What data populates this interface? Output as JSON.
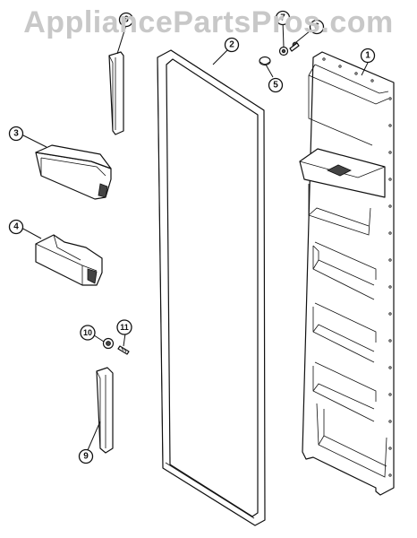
{
  "watermark": "AppliancePartsPros.com",
  "callouts": [
    {
      "id": "callout-1",
      "label": "1"
    },
    {
      "id": "callout-2",
      "label": "2"
    },
    {
      "id": "callout-3",
      "label": "3"
    },
    {
      "id": "callout-4",
      "label": "4"
    },
    {
      "id": "callout-5",
      "label": "5"
    },
    {
      "id": "callout-6a",
      "label": "6"
    },
    {
      "id": "callout-6b",
      "label": "6"
    },
    {
      "id": "callout-7",
      "label": "7"
    },
    {
      "id": "callout-9",
      "label": "9"
    },
    {
      "id": "callout-10",
      "label": "10"
    },
    {
      "id": "callout-11",
      "label": "11"
    }
  ]
}
